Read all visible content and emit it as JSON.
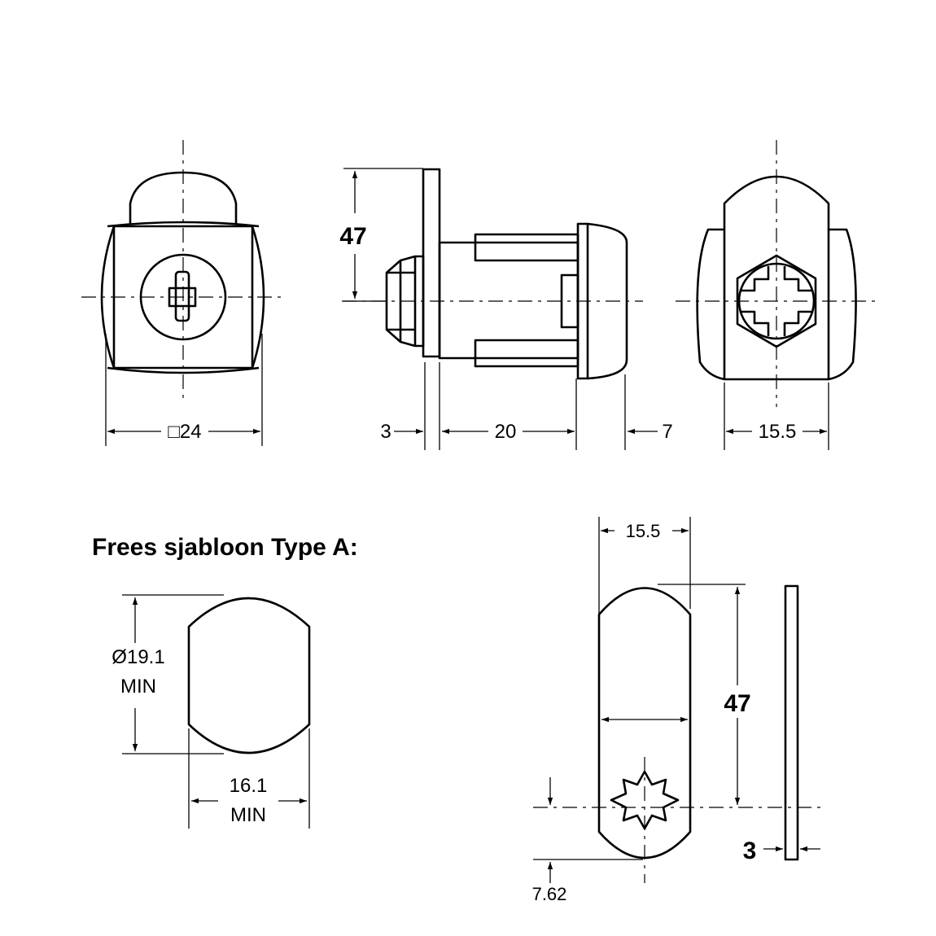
{
  "template_title": "Frees sjabloon Type A:",
  "front_view": {
    "square_label": "□24"
  },
  "side_view": {
    "height_label": "47",
    "dim_a": "3",
    "dim_b": "20",
    "dim_c": "7"
  },
  "rear_view": {
    "width_label": "15.5"
  },
  "cutout": {
    "diameter_line1": "Ø19.1",
    "diameter_line2": "MIN",
    "width_line1": "16.1",
    "width_line2": "MIN"
  },
  "cam": {
    "width_label": "15.5",
    "length_label": "47",
    "thickness_label": "3",
    "offset_label": "7.62"
  }
}
